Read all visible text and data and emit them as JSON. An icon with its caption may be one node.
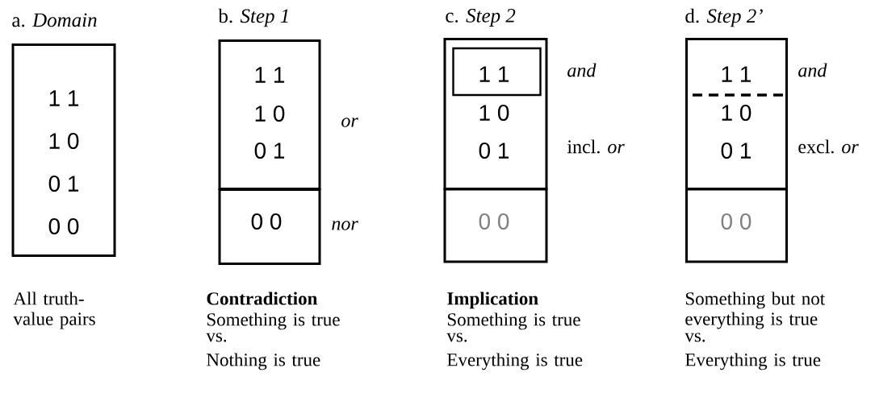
{
  "diagram": {
    "nodes": [
      {
        "text": [
          "a. *Domain*",
          "1 1",
          "1 0",
          "0 1",
          "0 0"
        ]
      },
      {
        "text": [
          "b. *Step 1*",
          "1 1",
          "1 0",
          "0 1"
        ],
        "beside": [
          "or"
        ]
      },
      {
        "text": [
          "0 0"
        ],
        "beside": [
          "nor"
        ]
      },
      {
        "text": [
          "c. *Step 2*",
          "1 0",
          "0 1"
        ],
        "beside": [
          "incl. *or*"
        ]
      },
      {
        "text": [
          "1 1"
        ],
        "in": 3,
        "beside": [
          "and"
        ]
      },
      {
        "text": [
          "0 0"
        ]
      },
      {
        "text": [
          "d. *Step 2’*",
          "1 1",
          "1 0",
          "0 1"
        ],
        "beside": [
          "and",
          "excl. *or*"
        ]
      },
      {
        "text": [
          "0 0"
        ]
      }
    ],
    "labels": [
      "All truth-value pairs",
      "Contradiction",
      "Something is true",
      "vs.",
      "Nothing is true",
      "Implication",
      "Something is true",
      "vs.",
      "Everything is true",
      "Something but not everything is true",
      "vs.",
      "Everything is true"
    ]
  }
}
